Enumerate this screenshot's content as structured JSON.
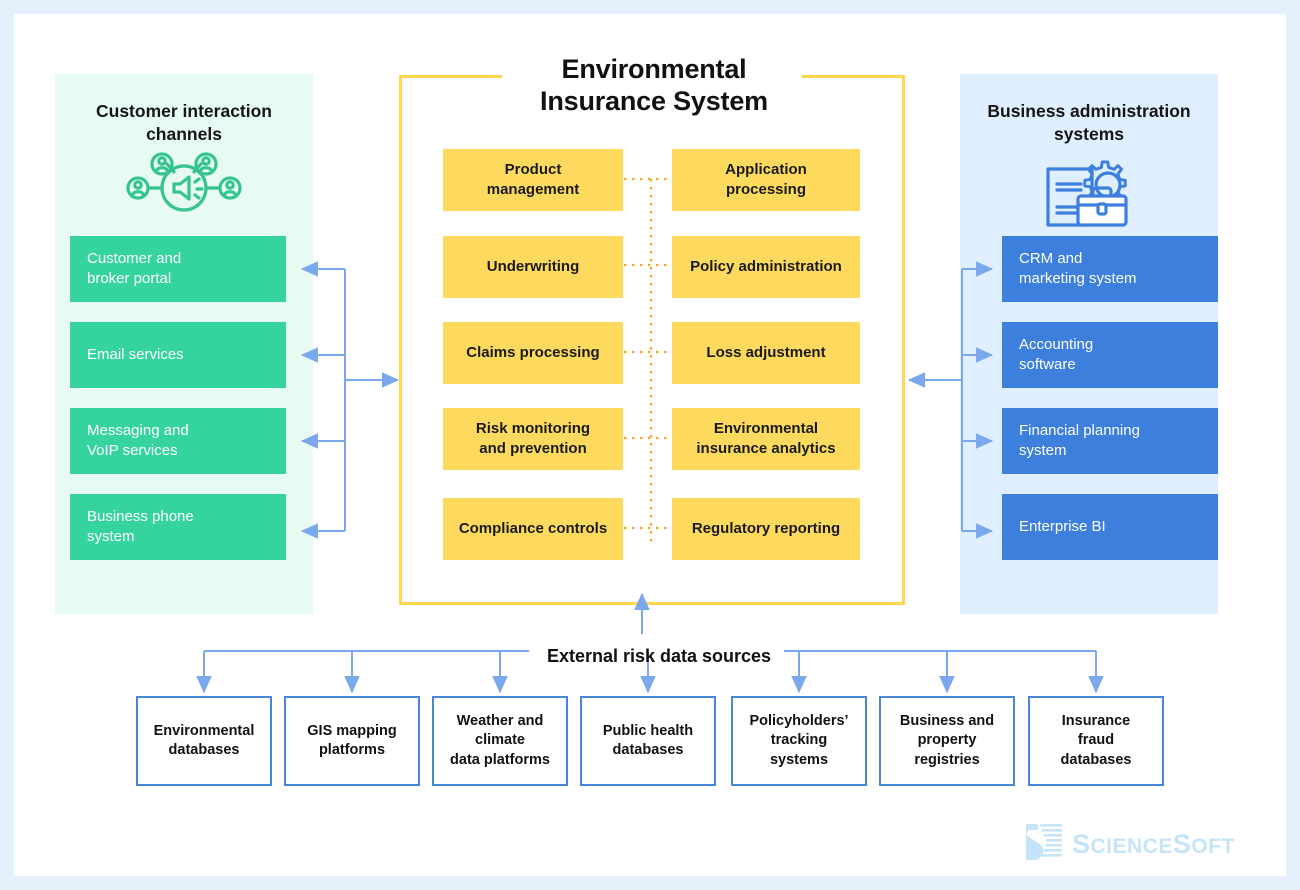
{
  "diagram": {
    "center": {
      "title": "Environmental\nInsurance System",
      "title_line1": "Environmental",
      "title_line2": "Insurance System",
      "frame_color": "#ffd64d",
      "module_color": "#fdda5d",
      "connector_color": "#f0a830",
      "modules_left": [
        {
          "label": "Product\nmanagement",
          "line1": "Product",
          "line2": "management"
        },
        {
          "label": "Underwriting",
          "line1": "Underwriting",
          "line2": ""
        },
        {
          "label": "Claims processing",
          "line1": "Claims processing",
          "line2": ""
        },
        {
          "label": "Risk monitoring\nand prevention",
          "line1": "Risk monitoring",
          "line2": "and prevention"
        },
        {
          "label": "Compliance controls",
          "line1": "Compliance controls",
          "line2": ""
        }
      ],
      "modules_right": [
        {
          "label": "Application\nprocessing",
          "line1": "Application",
          "line2": "processing"
        },
        {
          "label": "Policy administration",
          "line1": "Policy administration",
          "line2": ""
        },
        {
          "label": "Loss adjustment",
          "line1": "Loss adjustment",
          "line2": ""
        },
        {
          "label": "Environmental\ninsurance analytics",
          "line1": "Environmental",
          "line2": "insurance analytics"
        },
        {
          "label": "Regulatory reporting",
          "line1": "Regulatory reporting",
          "line2": ""
        }
      ]
    },
    "left_panel": {
      "title_line1": "Customer interaction",
      "title_line2": "channels",
      "icon": "megaphone-network-icon",
      "panel_color": "#e8fbf3",
      "item_color": "#35d49d",
      "items": [
        {
          "line1": "Customer and",
          "line2": "broker portal"
        },
        {
          "line1": "Email services",
          "line2": ""
        },
        {
          "line1": "Messaging and",
          "line2": "VoIP services"
        },
        {
          "line1": "Business phone",
          "line2": "system"
        }
      ]
    },
    "right_panel": {
      "title_line1": "Business administration",
      "title_line2": "systems",
      "icon": "document-gear-briefcase-icon",
      "panel_color": "#e0efff",
      "item_color": "#3d7fdc",
      "items": [
        {
          "line1": "CRM and",
          "line2": "marketing system"
        },
        {
          "line1": "Accounting",
          "line2": "software"
        },
        {
          "line1": "Financial planning",
          "line2": "system"
        },
        {
          "line1": "Enterprise BI",
          "line2": ""
        }
      ]
    },
    "external": {
      "label": "External risk data sources",
      "arrow_color": "#6f9fe8",
      "box_border": "#4a86d8",
      "items": [
        {
          "line1": "Environmental",
          "line2": "databases",
          "line3": ""
        },
        {
          "line1": "GIS mapping",
          "line2": "platforms",
          "line3": ""
        },
        {
          "line1": "Weather and",
          "line2": "climate",
          "line3": "data platforms"
        },
        {
          "line1": "Public health",
          "line2": "databases",
          "line3": ""
        },
        {
          "line1": "Policyholders’",
          "line2": "tracking",
          "line3": "systems"
        },
        {
          "line1": "Business and",
          "line2": "property",
          "line3": "registries"
        },
        {
          "line1": "Insurance",
          "line2": "fraud",
          "line3": "databases"
        }
      ]
    },
    "logo": {
      "name_part1": "S",
      "name_part2": "CIENCE",
      "name_part3": "S",
      "name_part4": "OFT",
      "color": "#c6e4f8"
    }
  }
}
